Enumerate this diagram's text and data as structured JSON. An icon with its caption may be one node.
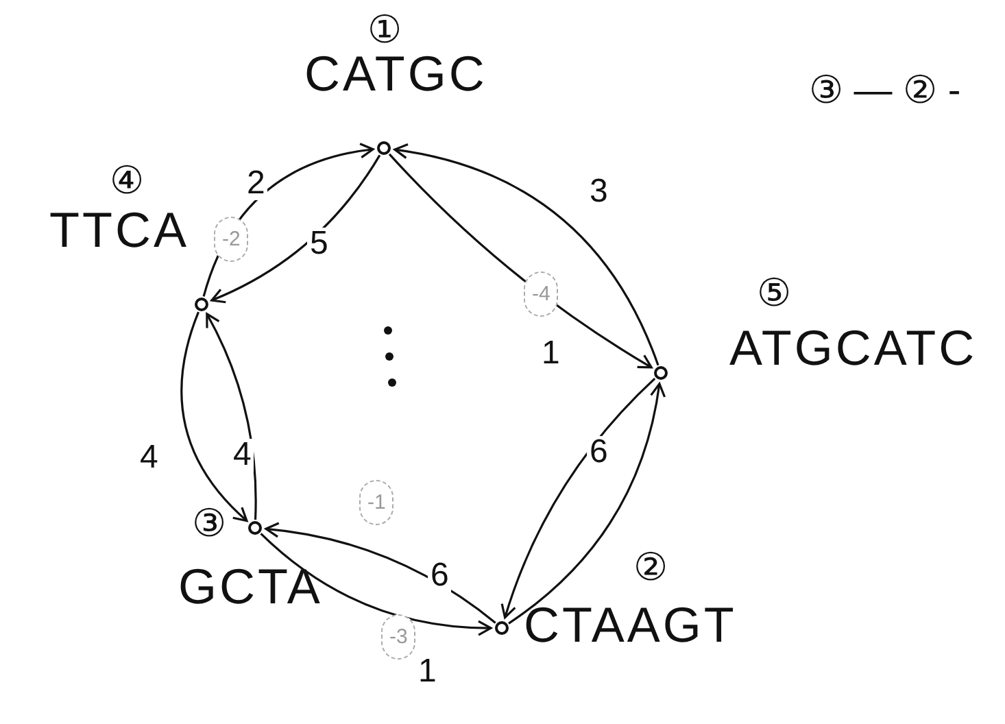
{
  "diagram": {
    "nodes": [
      {
        "text": [],
        "shape": "circle",
        "beside": [
          "①",
          "CATGC"
        ]
      },
      {
        "text": [],
        "shape": "circle",
        "beside": [
          "④",
          "TTCA"
        ]
      },
      {
        "text": [],
        "shape": "circle",
        "beside": [
          "⑤",
          "ATGCATC"
        ]
      },
      {
        "text": [],
        "shape": "circle",
        "beside": [
          "③",
          "GCTA"
        ]
      },
      {
        "text": [],
        "shape": "circle",
        "beside": [
          "②",
          "CTAAGT"
        ]
      }
    ],
    "edges": [
      {
        "from": 1,
        "to": 0,
        "arrow": "to",
        "label": "2"
      },
      {
        "from": 0,
        "to": 1,
        "arrow": "to",
        "label": "5"
      },
      {
        "from": 0,
        "to": 2,
        "arrow": "to",
        "label": "1"
      },
      {
        "from": 2,
        "to": 0,
        "arrow": "to",
        "label": "3"
      },
      {
        "from": 2,
        "to": 4,
        "arrow": "to",
        "label": "6"
      },
      {
        "from": 4,
        "to": 2,
        "arrow": "to"
      },
      {
        "from": 4,
        "to": 3,
        "arrow": "to",
        "label": "6"
      },
      {
        "from": 3,
        "to": 4,
        "arrow": "to",
        "label": "1"
      },
      {
        "from": 1,
        "to": 3,
        "arrow": "to",
        "label": "4"
      },
      {
        "from": 3,
        "to": 1,
        "arrow": "to",
        "label": "4"
      }
    ],
    "labels": [
      "③ — ② -",
      "-2",
      "-4",
      "-1",
      "-3"
    ]
  }
}
